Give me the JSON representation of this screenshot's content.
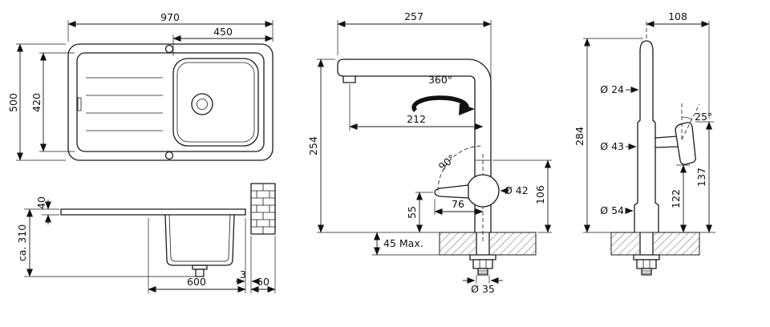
{
  "page": {
    "background": "#ffffff",
    "line_color": "#1a1a1a"
  },
  "sink_top_view": {
    "overall_width": "970",
    "bowl_width": "450",
    "overall_depth": "500",
    "inner_depth": "420"
  },
  "sink_section_view": {
    "rim_height": "40",
    "total_depth": "ca. 310",
    "cabinet_width": "600",
    "gap": "3",
    "wall_thickness": "60"
  },
  "tap_side_view": {
    "spout_reach_overall": "257",
    "swivel_angle": "360°",
    "spout_reach": "212",
    "spout_height": "254",
    "lever_angle": "90°",
    "lever_length": "76",
    "lever_height": "55",
    "body_diameter": "Ø 42",
    "body_height": "106",
    "max_deck_thickness": "45 Max.",
    "hole_diameter": "Ø 35"
  },
  "tap_front_view": {
    "handle_offset": "108",
    "top_diameter": "Ø 24",
    "lever_tilt": "25°",
    "total_height": "284",
    "body_diameter": "Ø 43",
    "lever_height": "122",
    "lever_tip_height": "137",
    "base_diameter": "Ø 54"
  }
}
